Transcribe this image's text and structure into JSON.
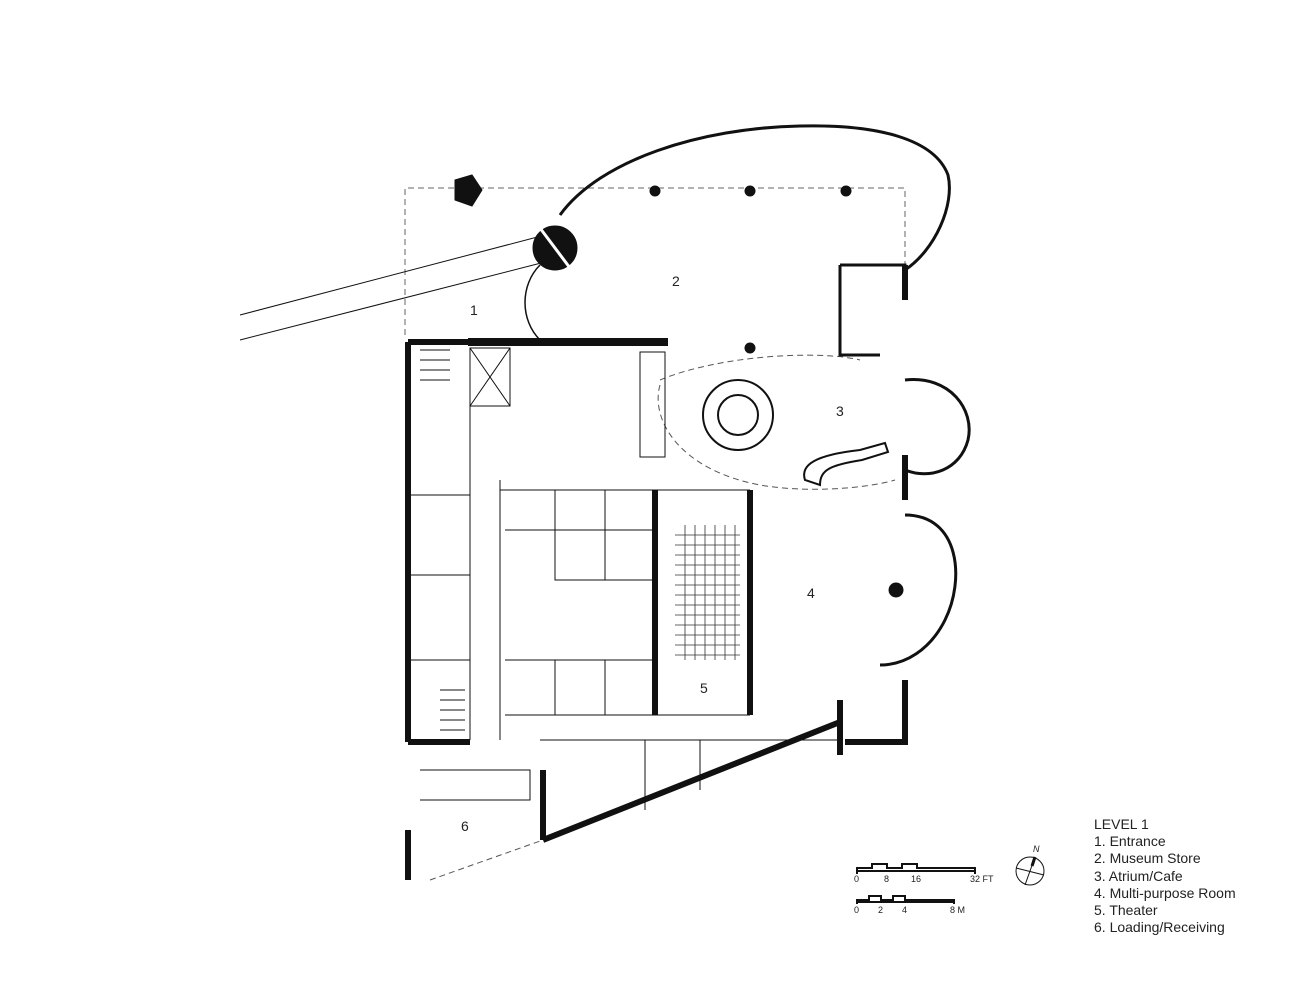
{
  "legend": {
    "title": "LEVEL 1",
    "items": [
      "1. Entrance",
      "2. Museum Store",
      "3. Atrium/Cafe",
      "4. Multi-purpose Room",
      "5. Theater",
      "6. Loading/Receiving"
    ]
  },
  "room_labels": [
    "1",
    "2",
    "3",
    "4",
    "5",
    "6"
  ],
  "scale_ft": {
    "ticks": [
      "0",
      "8",
      "16",
      "32 FT"
    ]
  },
  "scale_m": {
    "ticks": [
      "0",
      "2",
      "4",
      "8 M"
    ]
  },
  "north_arrow": {
    "label": "N"
  },
  "colors": {
    "ink": "#111111",
    "background": "#ffffff"
  }
}
